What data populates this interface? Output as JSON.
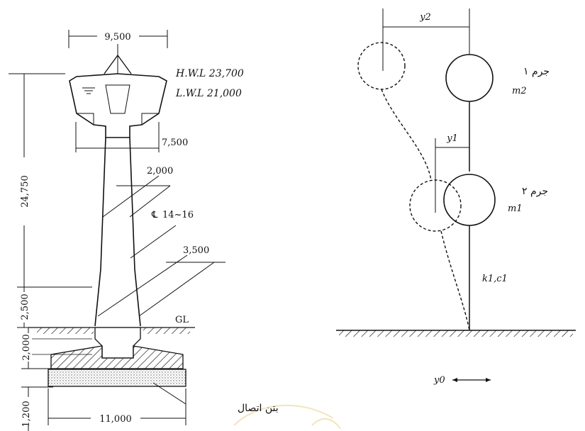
{
  "tower": {
    "dims": {
      "top_width": "9,500",
      "bowl_width": "7,500",
      "shaft_top": "2,000",
      "shaft_bottom": "3,500",
      "footing_width": "11,000",
      "height_total": "24,750",
      "height_base": "2,500",
      "footing_depth": "2,000",
      "slab_thickness": "1,200"
    },
    "levels": {
      "hwl": "H.W.L 23,700",
      "lwl": "L.W.L 21,000",
      "gl": "GL"
    },
    "centerline_note": "14~16",
    "concrete_label": "بتن اتصال"
  },
  "model": {
    "y2": "y2",
    "y1": "y1",
    "y0": "y0",
    "mass1_label": "جرم ۱",
    "mass1_symbol": "m2",
    "mass2_label": "جرم ۲",
    "mass2_symbol": "m1",
    "spring": "k1,c1"
  }
}
